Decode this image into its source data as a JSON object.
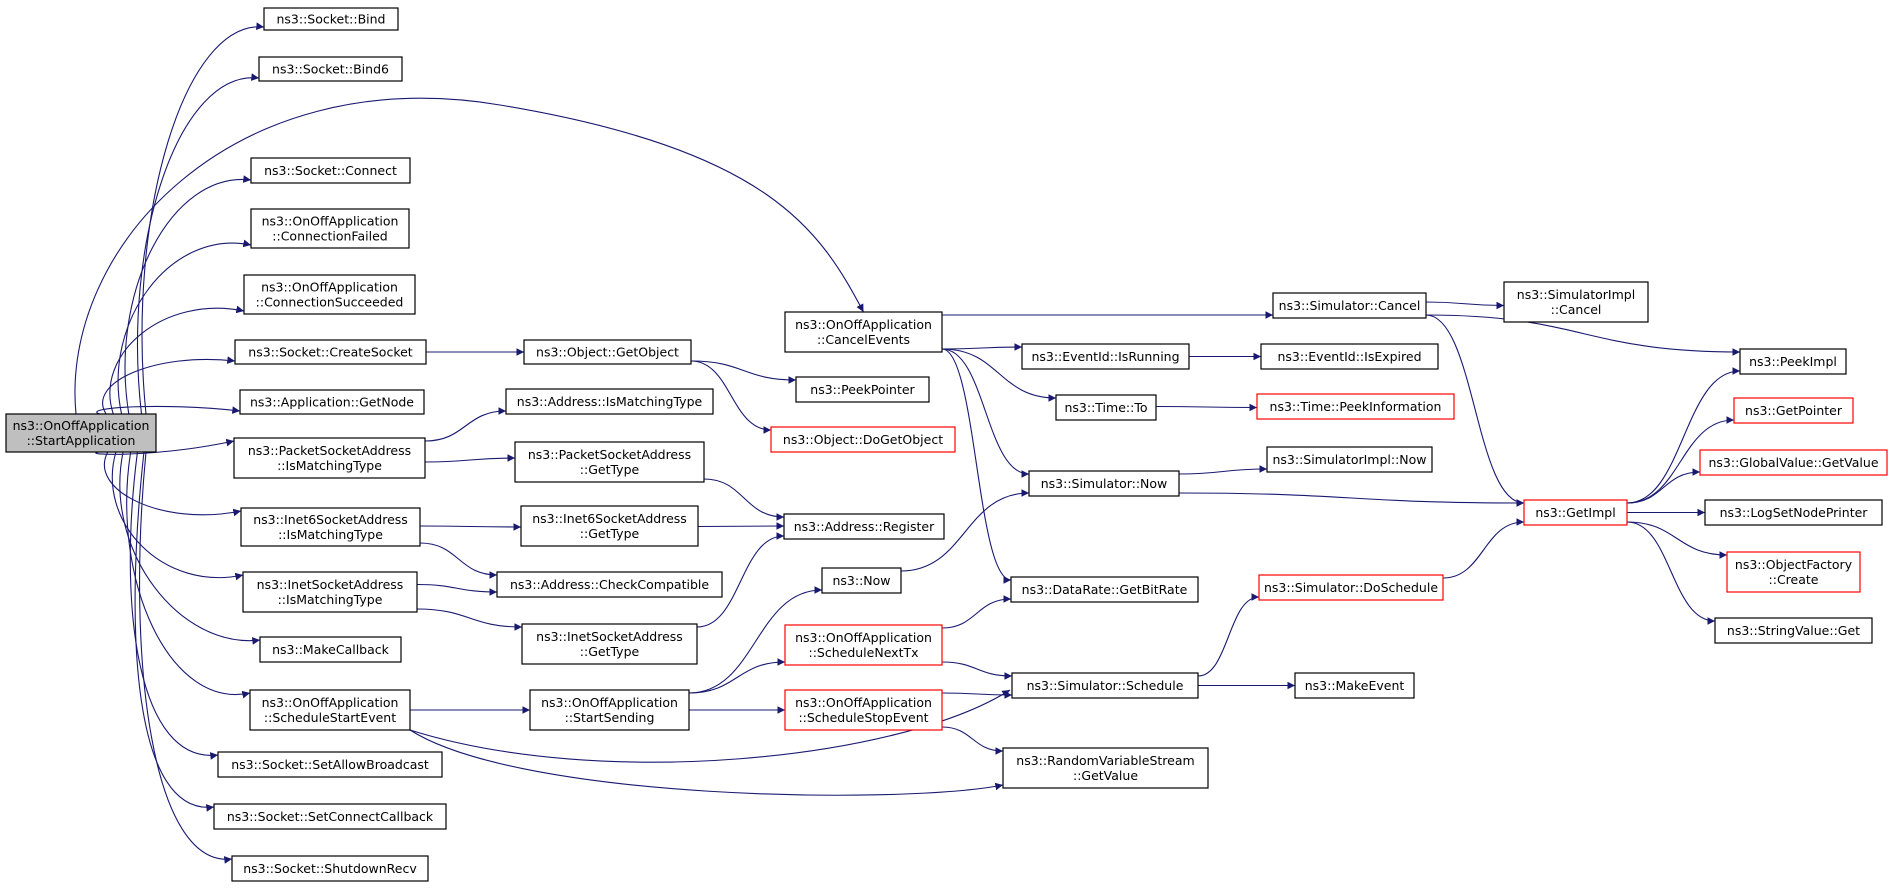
{
  "graph": {
    "title": "",
    "edge_color": "#191970",
    "highlight_color": "#ff0000",
    "root_fill": "#bfbfbf",
    "nodes": [
      {
        "id": "root",
        "lines": [
          "ns3::OnOffApplication",
          "::StartApplication"
        ],
        "root": true
      },
      {
        "id": "bind",
        "lines": [
          "ns3::Socket::Bind"
        ]
      },
      {
        "id": "bind6",
        "lines": [
          "ns3::Socket::Bind6"
        ]
      },
      {
        "id": "connect",
        "lines": [
          "ns3::Socket::Connect"
        ]
      },
      {
        "id": "connfailed",
        "lines": [
          "ns3::OnOffApplication",
          "::ConnectionFailed"
        ]
      },
      {
        "id": "connsucceeded",
        "lines": [
          "ns3::OnOffApplication",
          "::ConnectionSucceeded"
        ]
      },
      {
        "id": "createsocket",
        "lines": [
          "ns3::Socket::CreateSocket"
        ]
      },
      {
        "id": "getnode",
        "lines": [
          "ns3::Application::GetNode"
        ]
      },
      {
        "id": "psa_ismatching",
        "lines": [
          "ns3::PacketSocketAddress",
          "::IsMatchingType"
        ]
      },
      {
        "id": "i6sa_ismatching",
        "lines": [
          "ns3::Inet6SocketAddress",
          "::IsMatchingType"
        ]
      },
      {
        "id": "isa_ismatching",
        "lines": [
          "ns3::InetSocketAddress",
          "::IsMatchingType"
        ]
      },
      {
        "id": "makecallback",
        "lines": [
          "ns3::MakeCallback"
        ]
      },
      {
        "id": "schedstartevent",
        "lines": [
          "ns3::OnOffApplication",
          "::ScheduleStartEvent"
        ]
      },
      {
        "id": "setallowbroadcast",
        "lines": [
          "ns3::Socket::SetAllowBroadcast"
        ]
      },
      {
        "id": "setconnectcallback",
        "lines": [
          "ns3::Socket::SetConnectCallback"
        ]
      },
      {
        "id": "shutdownrecv",
        "lines": [
          "ns3::Socket::ShutdownRecv"
        ]
      },
      {
        "id": "getobject",
        "lines": [
          "ns3::Object::GetObject"
        ]
      },
      {
        "id": "addr_ismatching",
        "lines": [
          "ns3::Address::IsMatchingType"
        ]
      },
      {
        "id": "psa_gettype",
        "lines": [
          "ns3::PacketSocketAddress",
          "::GetType"
        ]
      },
      {
        "id": "i6sa_gettype",
        "lines": [
          "ns3::Inet6SocketAddress",
          "::GetType"
        ]
      },
      {
        "id": "checkcompatible",
        "lines": [
          "ns3::Address::CheckCompatible"
        ]
      },
      {
        "id": "isa_gettype",
        "lines": [
          "ns3::InetSocketAddress",
          "::GetType"
        ]
      },
      {
        "id": "startsending",
        "lines": [
          "ns3::OnOffApplication",
          "::StartSending"
        ]
      },
      {
        "id": "cancelevents",
        "lines": [
          "ns3::OnOffApplication",
          "::CancelEvents"
        ]
      },
      {
        "id": "peekpointer",
        "lines": [
          "ns3::PeekPointer"
        ]
      },
      {
        "id": "dogetobject",
        "lines": [
          "ns3::Object::DoGetObject"
        ],
        "red": true
      },
      {
        "id": "addr_register",
        "lines": [
          "ns3::Address::Register"
        ]
      },
      {
        "id": "now",
        "lines": [
          "ns3::Now"
        ]
      },
      {
        "id": "schednexttx",
        "lines": [
          "ns3::OnOffApplication",
          "::ScheduleNextTx"
        ],
        "red": true
      },
      {
        "id": "schedstopevent",
        "lines": [
          "ns3::OnOffApplication",
          "::ScheduleStopEvent"
        ],
        "red": true
      },
      {
        "id": "sim_cancel",
        "lines": [
          "ns3::Simulator::Cancel"
        ]
      },
      {
        "id": "eventid_isrunning",
        "lines": [
          "ns3::EventId::IsRunning"
        ]
      },
      {
        "id": "time_to",
        "lines": [
          "ns3::Time::To"
        ]
      },
      {
        "id": "sim_now",
        "lines": [
          "ns3::Simulator::Now"
        ]
      },
      {
        "id": "getbitrate",
        "lines": [
          "ns3::DataRate::GetBitRate"
        ]
      },
      {
        "id": "sim_schedule",
        "lines": [
          "ns3::Simulator::Schedule"
        ]
      },
      {
        "id": "rvs_getvalue",
        "lines": [
          "ns3::RandomVariableStream",
          "::GetValue"
        ]
      },
      {
        "id": "simimpl_cancel",
        "lines": [
          "ns3::SimulatorImpl",
          "::Cancel"
        ]
      },
      {
        "id": "eventid_isexpired",
        "lines": [
          "ns3::EventId::IsExpired"
        ]
      },
      {
        "id": "time_peekinfo",
        "lines": [
          "ns3::Time::PeekInformation"
        ],
        "red": true
      },
      {
        "id": "simimpl_now",
        "lines": [
          "ns3::SimulatorImpl::Now"
        ]
      },
      {
        "id": "sim_doschedule",
        "lines": [
          "ns3::Simulator::DoSchedule"
        ],
        "red": true
      },
      {
        "id": "makeevent",
        "lines": [
          "ns3::MakeEvent"
        ]
      },
      {
        "id": "getimpl",
        "lines": [
          "ns3::GetImpl"
        ],
        "red": true
      },
      {
        "id": "peekimpl",
        "lines": [
          "ns3::PeekImpl"
        ]
      },
      {
        "id": "getpointer",
        "lines": [
          "ns3::GetPointer"
        ],
        "red": true
      },
      {
        "id": "globalvalue_getvalue",
        "lines": [
          "ns3::GlobalValue::GetValue"
        ],
        "red": true
      },
      {
        "id": "logsetnodeprinter",
        "lines": [
          "ns3::LogSetNodePrinter"
        ]
      },
      {
        "id": "objectfactory_create",
        "lines": [
          "ns3::ObjectFactory",
          "::Create"
        ],
        "red": true
      },
      {
        "id": "stringvalue_get",
        "lines": [
          "ns3::StringValue::Get"
        ]
      }
    ],
    "edges": [
      [
        "root",
        "bind"
      ],
      [
        "root",
        "bind6"
      ],
      [
        "root",
        "cancelevents"
      ],
      [
        "root",
        "connect"
      ],
      [
        "root",
        "connfailed"
      ],
      [
        "root",
        "connsucceeded"
      ],
      [
        "root",
        "createsocket"
      ],
      [
        "root",
        "getnode"
      ],
      [
        "root",
        "psa_ismatching"
      ],
      [
        "root",
        "i6sa_ismatching"
      ],
      [
        "root",
        "isa_ismatching"
      ],
      [
        "root",
        "makecallback"
      ],
      [
        "root",
        "schedstartevent"
      ],
      [
        "root",
        "setallowbroadcast"
      ],
      [
        "root",
        "setconnectcallback"
      ],
      [
        "root",
        "shutdownrecv"
      ],
      [
        "createsocket",
        "getobject"
      ],
      [
        "getobject",
        "peekpointer"
      ],
      [
        "getobject",
        "dogetobject"
      ],
      [
        "psa_ismatching",
        "addr_ismatching"
      ],
      [
        "psa_ismatching",
        "psa_gettype"
      ],
      [
        "psa_gettype",
        "addr_register"
      ],
      [
        "i6sa_ismatching",
        "i6sa_gettype"
      ],
      [
        "i6sa_ismatching",
        "checkcompatible"
      ],
      [
        "i6sa_gettype",
        "addr_register"
      ],
      [
        "isa_ismatching",
        "checkcompatible"
      ],
      [
        "isa_ismatching",
        "isa_gettype"
      ],
      [
        "isa_gettype",
        "addr_register"
      ],
      [
        "schedstartevent",
        "startsending"
      ],
      [
        "schedstartevent",
        "sim_schedule"
      ],
      [
        "schedstartevent",
        "rvs_getvalue"
      ],
      [
        "startsending",
        "now"
      ],
      [
        "startsending",
        "schednexttx"
      ],
      [
        "startsending",
        "schedstopevent"
      ],
      [
        "now",
        "sim_now"
      ],
      [
        "schednexttx",
        "getbitrate"
      ],
      [
        "schednexttx",
        "sim_schedule"
      ],
      [
        "schedstopevent",
        "sim_schedule"
      ],
      [
        "schedstopevent",
        "rvs_getvalue"
      ],
      [
        "cancelevents",
        "sim_cancel"
      ],
      [
        "cancelevents",
        "eventid_isrunning"
      ],
      [
        "cancelevents",
        "time_to"
      ],
      [
        "cancelevents",
        "sim_now"
      ],
      [
        "cancelevents",
        "getbitrate"
      ],
      [
        "sim_cancel",
        "simimpl_cancel"
      ],
      [
        "sim_cancel",
        "peekimpl"
      ],
      [
        "sim_cancel",
        "getimpl"
      ],
      [
        "eventid_isrunning",
        "eventid_isexpired"
      ],
      [
        "time_to",
        "time_peekinfo"
      ],
      [
        "sim_now",
        "simimpl_now"
      ],
      [
        "sim_now",
        "getimpl"
      ],
      [
        "sim_schedule",
        "sim_doschedule"
      ],
      [
        "sim_schedule",
        "makeevent"
      ],
      [
        "sim_doschedule",
        "getimpl"
      ],
      [
        "getimpl",
        "peekimpl"
      ],
      [
        "getimpl",
        "getpointer"
      ],
      [
        "getimpl",
        "globalvalue_getvalue"
      ],
      [
        "getimpl",
        "logsetnodeprinter"
      ],
      [
        "getimpl",
        "objectfactory_create"
      ],
      [
        "getimpl",
        "stringvalue_get"
      ]
    ]
  }
}
